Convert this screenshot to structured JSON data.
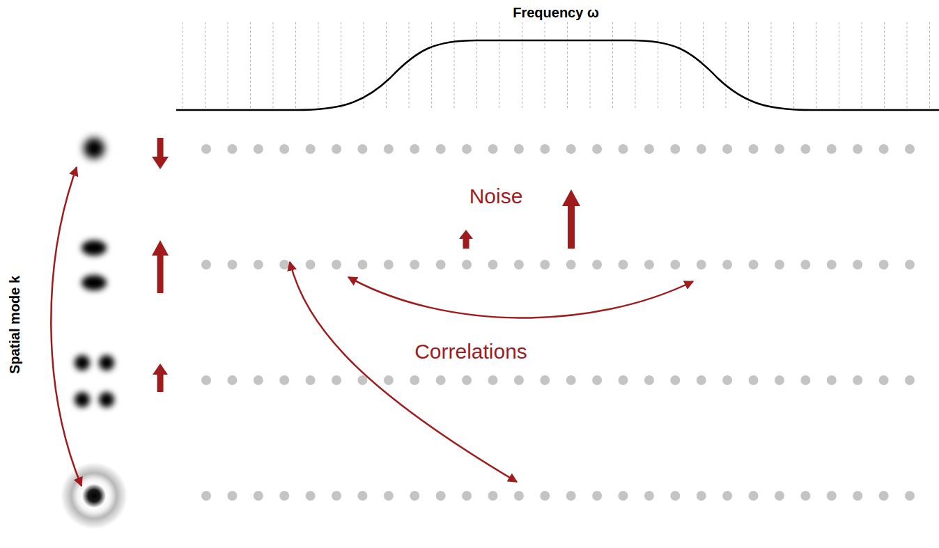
{
  "diagram": {
    "labels": [
      "Frequency ω",
      "Spatial mode k",
      "Noise",
      "Correlations"
    ]
  }
}
